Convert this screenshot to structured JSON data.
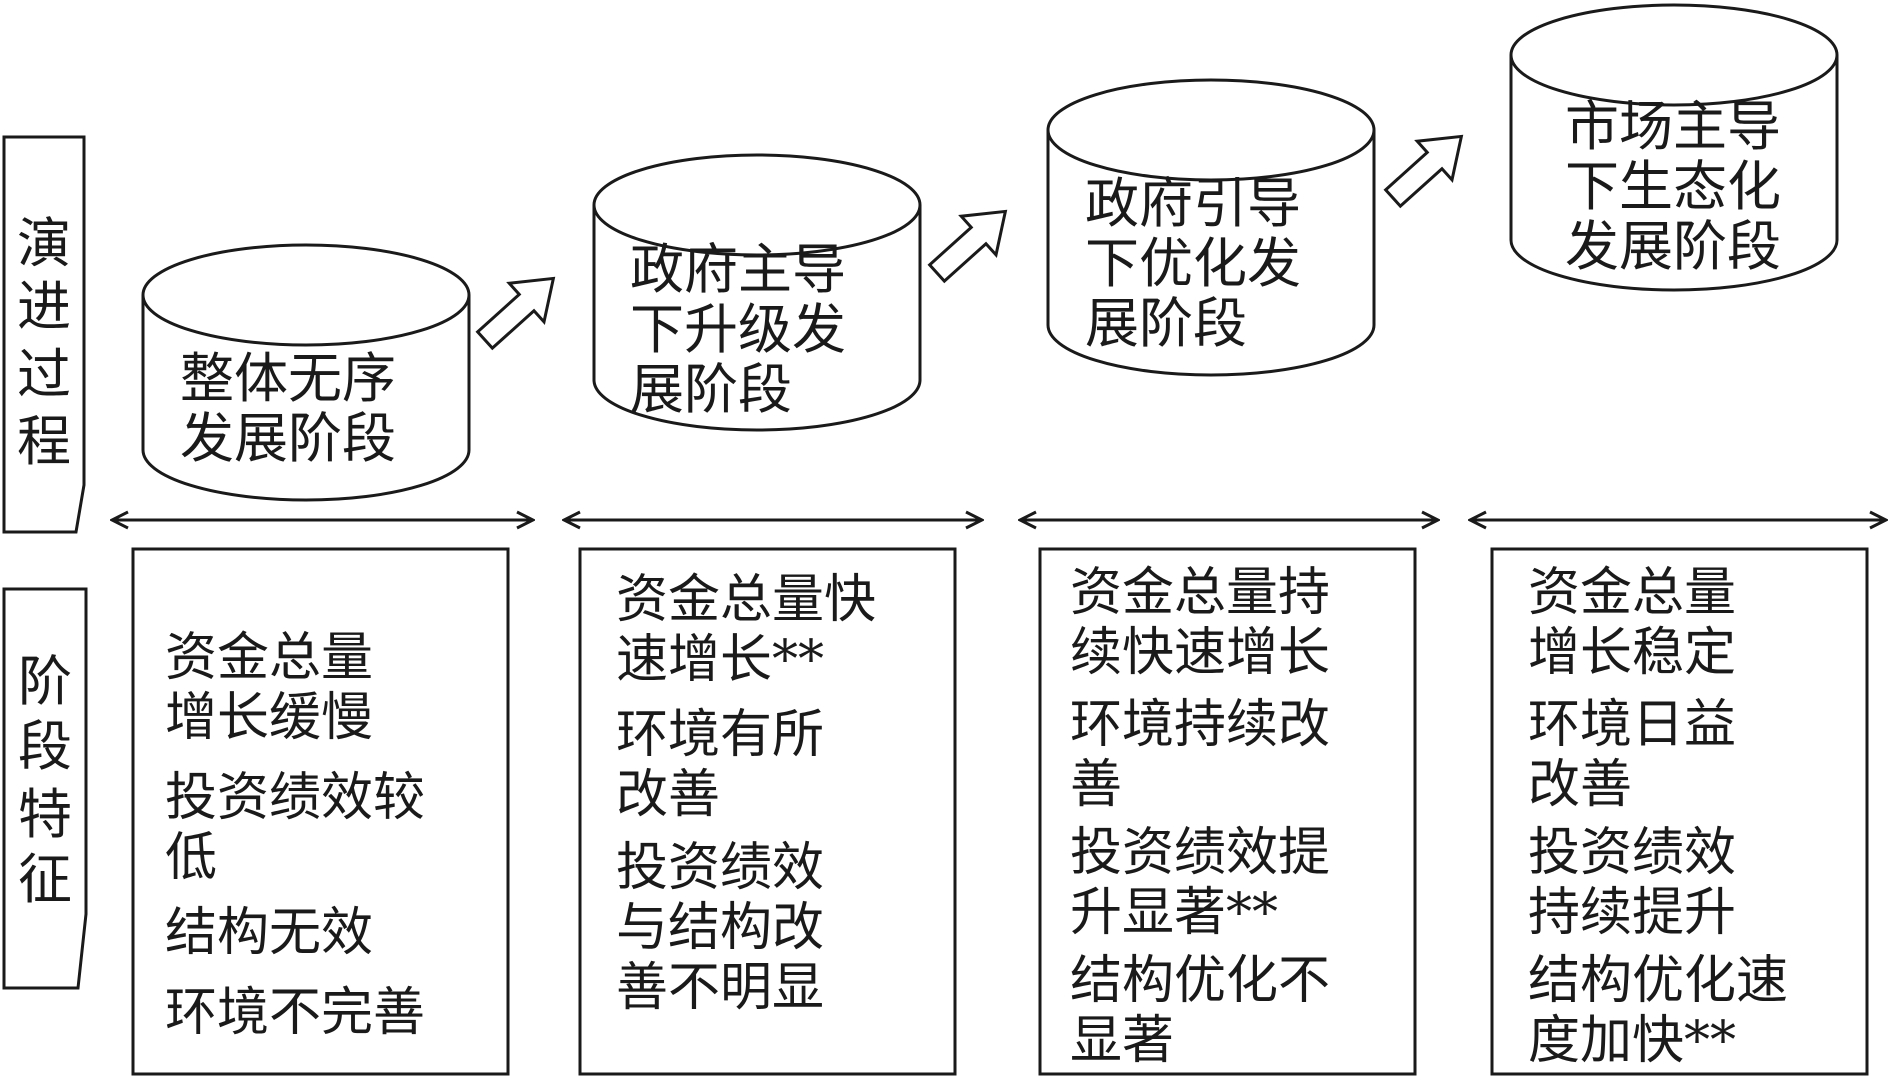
{
  "row_labels": {
    "process": [
      "演",
      "进",
      "过",
      "程"
    ],
    "features": [
      "阶",
      "段",
      "特",
      "征"
    ]
  },
  "stages": [
    {
      "title": [
        "整体无序",
        "发展阶段"
      ]
    },
    {
      "title": [
        "政府主导",
        "下升级发",
        "展阶段"
      ]
    },
    {
      "title": [
        "政府引导",
        "下优化发",
        "展阶段"
      ]
    },
    {
      "title": [
        "市场主导",
        "下生态化",
        "发展阶段"
      ]
    }
  ],
  "features": [
    [
      "资金总量",
      "增长缓慢",
      "投资绩效较",
      "低",
      "结构无效",
      "环境不完善"
    ],
    [
      "资金总量快",
      "速增长**",
      "环境有所",
      "改善",
      "投资绩效",
      "与结构改",
      "善不明显"
    ],
    [
      "资金总量持",
      "续快速增长",
      "环境持续改",
      "善",
      "投资绩效提",
      "升显著**",
      "结构优化不",
      "显著"
    ],
    [
      "资金总量",
      "增长稳定",
      "环境日益",
      "改善",
      "投资绩效",
      "持续提升",
      "结构优化速",
      "度加快**"
    ]
  ]
}
